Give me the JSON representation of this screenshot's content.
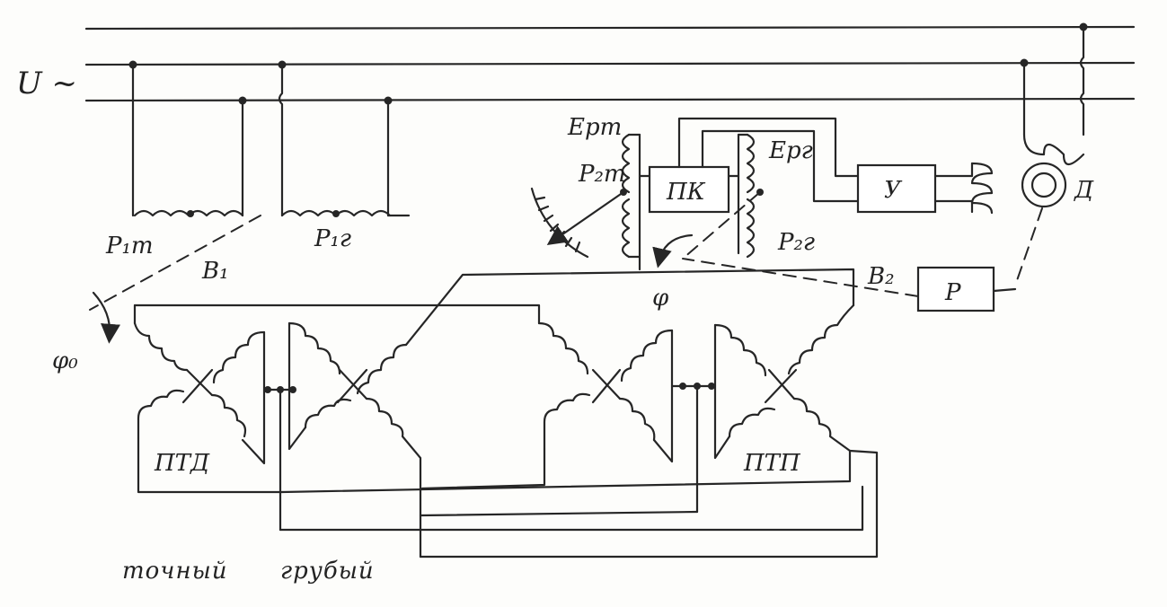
{
  "labels": {
    "supply": "U ~",
    "p1t": "P₁т",
    "p1g": "P₁г",
    "b1": "B₁",
    "phi0": "φ₀",
    "ert": "Eрт",
    "erg": "Eрг",
    "p2t": "P₂т",
    "p2g": "P₂г",
    "pk": "ПК",
    "amp": "У",
    "motor": "Д",
    "reducer": "P",
    "b2": "B₂",
    "phi": "φ",
    "ptd": "ПТД",
    "ptp": "ПТП",
    "fine": "точный",
    "coarse": "грубый"
  }
}
